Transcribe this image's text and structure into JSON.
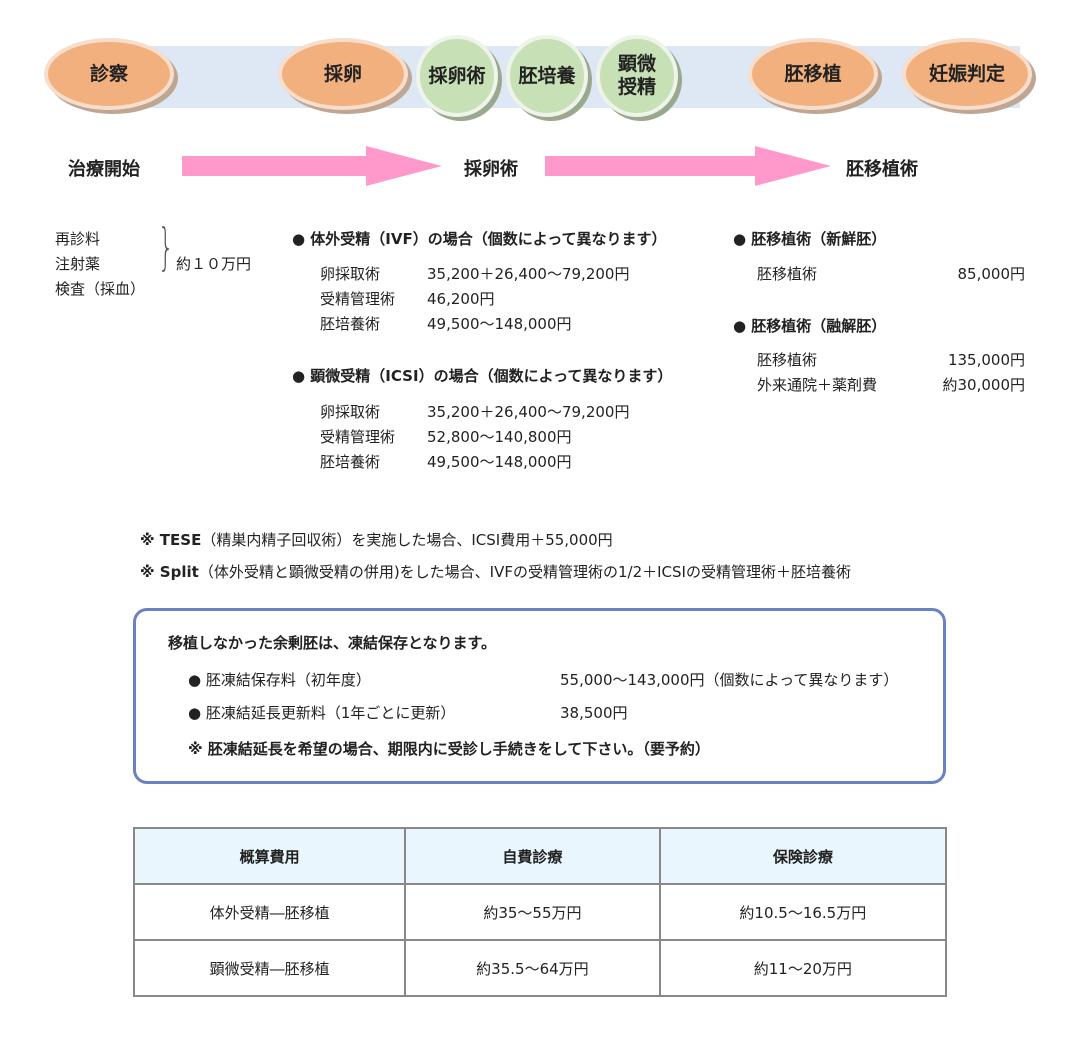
{
  "flow": {
    "steps": [
      {
        "label": "診察",
        "type": "orange"
      },
      {
        "label": "採卵",
        "type": "orange"
      },
      {
        "label": "採卵術",
        "type": "green"
      },
      {
        "label": "胚培養",
        "type": "green"
      },
      {
        "label": "顕微\n授精",
        "type": "green"
      },
      {
        "label": "胚移植",
        "type": "orange"
      },
      {
        "label": "妊娠判定",
        "type": "orange"
      }
    ],
    "stages": [
      "治療開始",
      "採卵術",
      "胚移植術"
    ],
    "colors": {
      "orange": "#f2b07e",
      "green": "#c8e0b6",
      "arrow": "#ff99cc",
      "band": "#dde8f4"
    }
  },
  "start": {
    "items": [
      "再診料",
      "注射薬",
      "検査（採血）"
    ],
    "total": "約１０万円"
  },
  "ivf": {
    "title": "● 体外受精（IVF）の場合（個数によって異なります）",
    "rows": [
      [
        "卵採取術",
        "35,200＋26,400〜79,200円"
      ],
      [
        "受精管理術",
        "46,200円"
      ],
      [
        "胚培養術",
        "49,500〜148,000円"
      ]
    ]
  },
  "icsi": {
    "title": "● 顕微受精（ICSI）の場合（個数によって異なります）",
    "rows": [
      [
        "卵採取術",
        "35,200＋26,400〜79,200円"
      ],
      [
        "受精管理術",
        "52,800〜140,800円"
      ],
      [
        "胚培養術",
        "49,500〜148,000円"
      ]
    ]
  },
  "fresh": {
    "title": "● 胚移植術（新鮮胚）",
    "rows": [
      [
        "胚移植術",
        "85,000円"
      ]
    ]
  },
  "frozen": {
    "title": "● 胚移植術（融解胚）",
    "rows": [
      [
        "胚移植術",
        "135,000円"
      ],
      [
        "外来通院＋薬剤費",
        "約30,000円"
      ]
    ]
  },
  "notes": {
    "tese_key": "※ TESE",
    "tese": "（精巣内精子回収術）を実施した場合、ICSI費用＋55,000円",
    "split_key": "※ Split",
    "split": "（体外受精と顕微受精の併用)をした場合、IVFの受精管理術の1/2＋ICSIの受精管理術＋胚培養術"
  },
  "freeze": {
    "title": "移植しなかった余剰胚は、凍結保存となります。",
    "rows": [
      [
        "●  胚凍結保存料（初年度）",
        "55,000〜143,000円（個数によって異なります）"
      ],
      [
        "●  胚凍結延長更新料（1年ごとに更新）",
        "38,500円"
      ]
    ],
    "note": "※ 胚凍結延長を希望の場合、期限内に受診し手続きをして下さい。（要予約）"
  },
  "table": {
    "headers": [
      "概算費用",
      "自費診療",
      "保険診療"
    ],
    "rows": [
      [
        "体外受精―胚移植",
        "約35〜55万円",
        "約10.5〜16.5万円"
      ],
      [
        "顕微受精―胚移植",
        "約35.5〜64万円",
        "約11〜20万円"
      ]
    ]
  }
}
